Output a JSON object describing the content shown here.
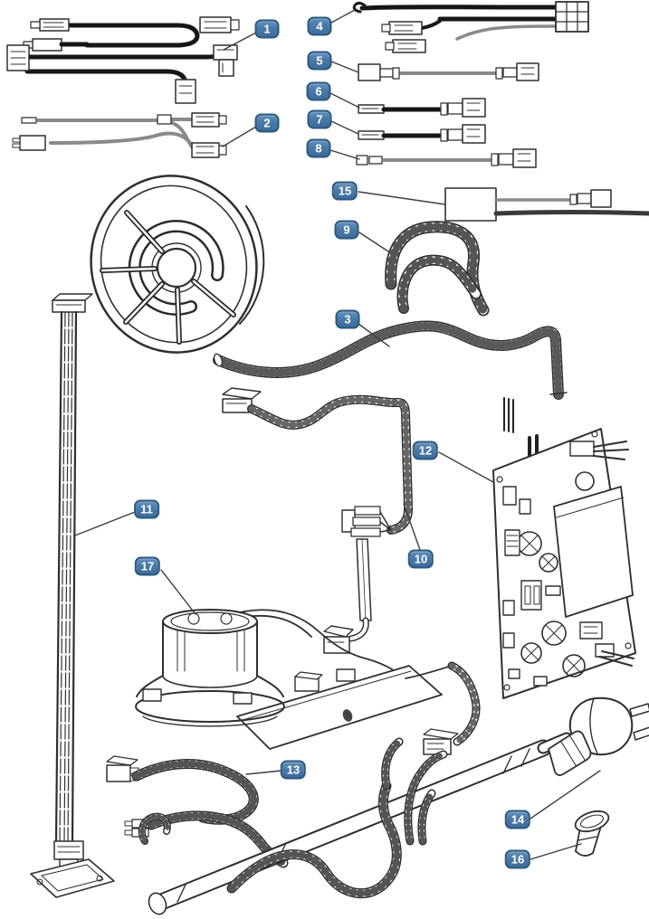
{
  "diagram": {
    "kind": "exploded-parts-diagram",
    "background_color": "#ffffff",
    "line_color": "#2f2f2f",
    "black_wire_color": "#161616",
    "gray_wire_color": "#8a8a8a"
  },
  "badge_style": {
    "fill": "#4a7aa8",
    "border": "#2b5880",
    "text_color": "#ffffff"
  },
  "callouts": [
    {
      "label": "1"
    },
    {
      "label": "2"
    },
    {
      "label": "3"
    },
    {
      "label": "4"
    },
    {
      "label": "5"
    },
    {
      "label": "6"
    },
    {
      "label": "7"
    },
    {
      "label": "8"
    },
    {
      "label": "9"
    },
    {
      "label": "10"
    },
    {
      "label": "11"
    },
    {
      "label": "12"
    },
    {
      "label": "13"
    },
    {
      "label": "14"
    },
    {
      "label": "15"
    },
    {
      "label": "16"
    },
    {
      "label": "17"
    }
  ]
}
